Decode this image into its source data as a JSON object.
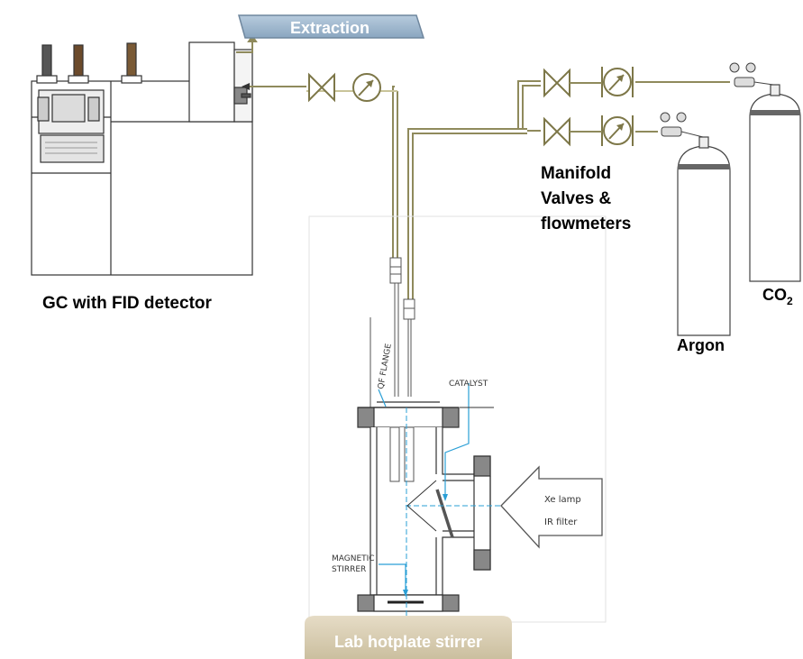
{
  "labels": {
    "extraction": "Extraction",
    "gc": "GC with FID detector",
    "manifold": [
      "Manifold",
      "Valves &",
      "flowmeters"
    ],
    "co2_main": "CO",
    "co2_sub": "2",
    "argon": "Argon",
    "qf_flange": "QF FLANGE",
    "catalyst": "CATALYST",
    "magnetic_stirrer": [
      "MAGNETIC",
      "STIRRER"
    ],
    "xe_lamp": "Xe lamp",
    "ir_filter": "IR filter",
    "hotplate": "Lab hotplate stirrer"
  },
  "colors": {
    "pipe": "#8f8a5c",
    "pipe_light": "#c9c49a",
    "extraction_fill": "#9fb6cc",
    "extraction_text": "#ffffff",
    "hotplate_fill": "#d8cdb6",
    "hotplate_text": "#ffffff",
    "optic_blue": "#2a9fd6",
    "line_dark": "#333333"
  },
  "icons": {
    "valve": "bowtie-valve-icon",
    "flowmeter": "gauge-flowmeter-icon",
    "regulator": "gas-regulator-icon"
  }
}
